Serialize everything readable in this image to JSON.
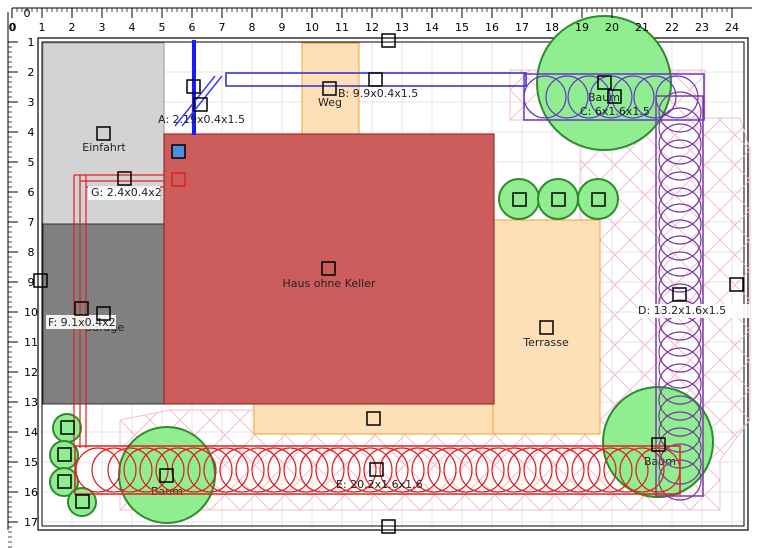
{
  "ruler": {
    "x_ticks": [
      "0",
      "1",
      "2",
      "3",
      "4",
      "5",
      "6",
      "7",
      "8",
      "9",
      "10",
      "11",
      "12",
      "13",
      "14",
      "15",
      "16",
      "17",
      "18",
      "19",
      "20",
      "21",
      "22",
      "23",
      "24"
    ],
    "y_ticks": [
      "1",
      "2",
      "3",
      "4",
      "5",
      "6",
      "7",
      "8",
      "9",
      "10",
      "11",
      "12",
      "13",
      "14",
      "15",
      "16",
      "17"
    ],
    "zero_x": "0",
    "zero_y": "0"
  },
  "areas": [
    {
      "id": "einfahrt",
      "label": "Einfahrt",
      "color": "#d3d3d3"
    },
    {
      "id": "garage",
      "label": "Garage",
      "color": "#808080"
    },
    {
      "id": "haus",
      "label": "Haus ohne Keller",
      "color": "#cd5c5c"
    },
    {
      "id": "weg",
      "label": "Weg",
      "color": "#fde0b8"
    },
    {
      "id": "terrasse",
      "label": "Terrasse",
      "color": "#fde0b8"
    },
    {
      "id": "lower-path",
      "label": "",
      "color": "#fde0b8"
    }
  ],
  "trees": [
    {
      "id": "baum-top",
      "label": "Baum"
    },
    {
      "id": "baum-right",
      "label": "Baum"
    },
    {
      "id": "baum-bottom",
      "label": "Baum"
    }
  ],
  "trenches": [
    {
      "id": "A",
      "label": "A: 2.19x0.4x1.5",
      "color": "#1a1aff"
    },
    {
      "id": "B",
      "label": "B: 9.9x0.4x1.5",
      "color": "#2a2acc"
    },
    {
      "id": "C",
      "label": "C: 6x1.6x1.5",
      "color": "#6633cc"
    },
    {
      "id": "D",
      "label": "D: 13.2x1.6x1.5",
      "color": "#7a3aa0"
    },
    {
      "id": "E",
      "label": "E: 20.2x1.6x1.6",
      "color": "#e02020"
    },
    {
      "id": "F",
      "label": "F: 9.1x0.4x2",
      "color": "#e02020"
    },
    {
      "id": "G",
      "label": "G: 2.4x0.4x2",
      "color": "#e02020"
    }
  ],
  "colors": {
    "grid": "#e6e6e6",
    "border": "#000000",
    "tree_fill": "#90ee90",
    "tree_stroke": "#2e8b2e",
    "hatch": "#f2b8c8"
  }
}
